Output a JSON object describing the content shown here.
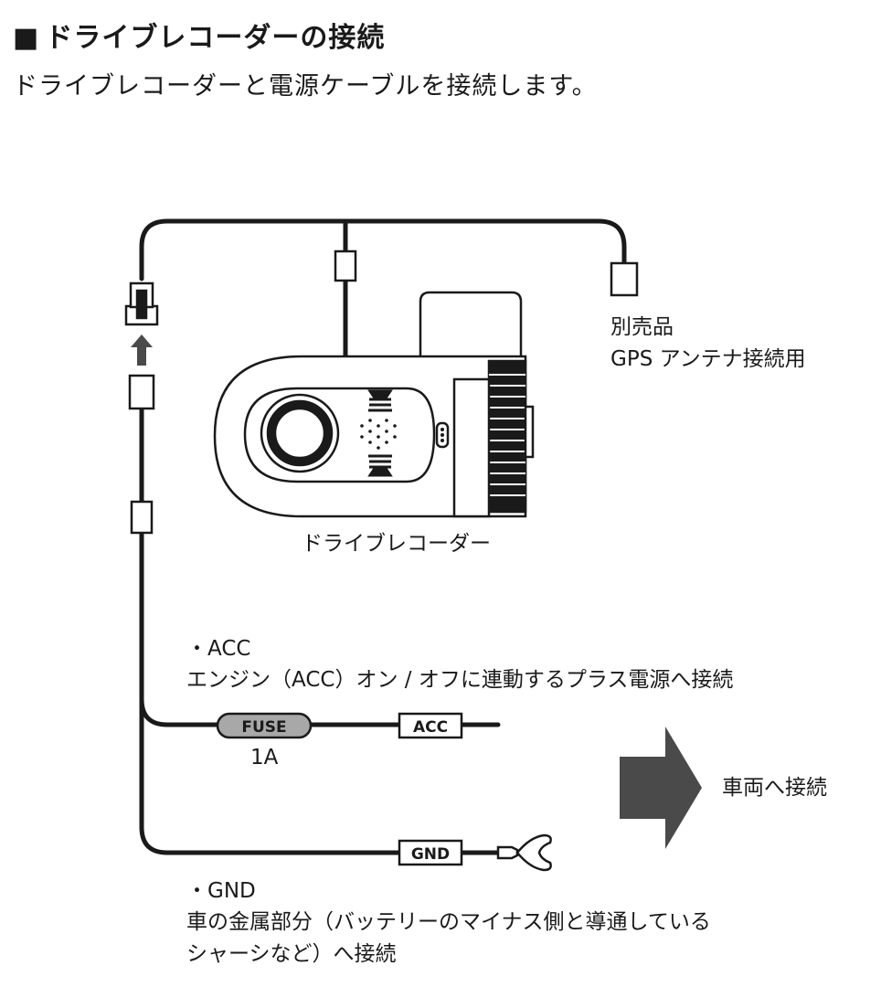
{
  "heading": {
    "square": "■",
    "title": "ドライブレコーダーの接続"
  },
  "intro": "ドライブレコーダーと電源ケーブルを接続します。",
  "gps": {
    "line1": "別売品",
    "line2": "GPS アンテナ接続用"
  },
  "device_label": "ドライブレコーダー",
  "acc": {
    "title": "・ACC",
    "description": "エンジン（ACC）オン / オフに連動するプラス電源へ接続",
    "tag": "ACC"
  },
  "fuse": {
    "tag": "FUSE",
    "rating": "1A"
  },
  "vehicle": "車両へ接続",
  "gnd": {
    "title": "・GND",
    "description_line1": "車の金属部分（バッテリーのマイナス側と導通している",
    "description_line2": "シャーシなど）へ接続",
    "tag": "GND"
  },
  "colors": {
    "line": "#1a1a1a",
    "fuse_fill": "#a8a8a8",
    "arrow_fill": "#4a4a4a"
  }
}
